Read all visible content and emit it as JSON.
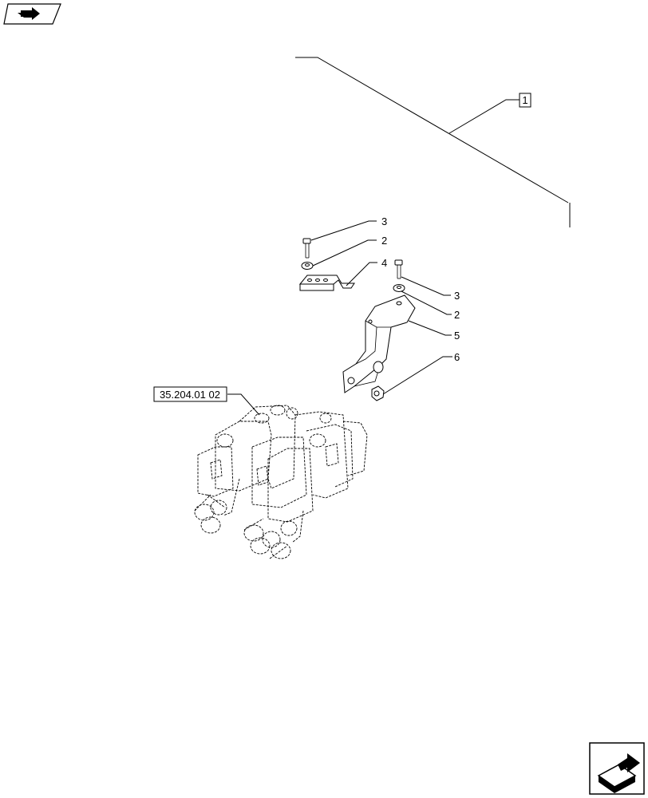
{
  "nav": {
    "prev_icon": "arrow-prev-page-icon",
    "next_icon": "arrow-next-page-icon"
  },
  "callouts": {
    "assembly": "1",
    "bolt_top_left": "3",
    "washer_top_left": "2",
    "plate": "4",
    "bolt_right": "3",
    "washer_right": "2",
    "bracket": "5",
    "nut": "6"
  },
  "cross_reference": "35.204.01 02"
}
